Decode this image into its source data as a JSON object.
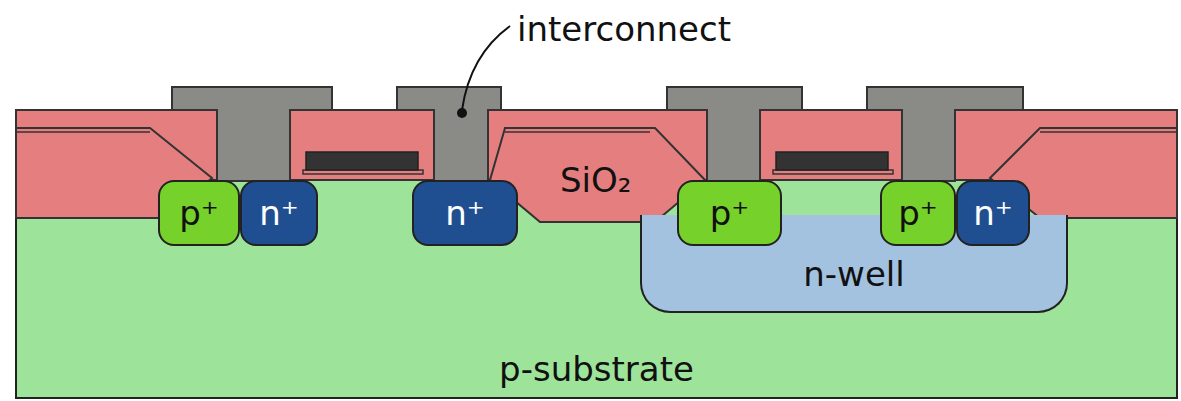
{
  "diagram": {
    "nodes": [
      {
        "text": [
          "p-substrate"
        ]
      },
      {
        "text": [
          "n-well"
        ],
        "in": 0
      },
      {
        "text": [
          "p⁺"
        ],
        "in": 0
      },
      {
        "text": [
          "n⁺"
        ],
        "in": 0
      },
      {
        "text": [
          "n⁺"
        ],
        "in": 0
      },
      {
        "text": [
          "p⁺"
        ],
        "in": 1
      },
      {
        "text": [
          "p⁺"
        ],
        "in": 1
      },
      {
        "text": [
          "n⁺"
        ],
        "in": 1
      }
    ],
    "labels": [
      "interconnect",
      "SiO₂"
    ]
  }
}
